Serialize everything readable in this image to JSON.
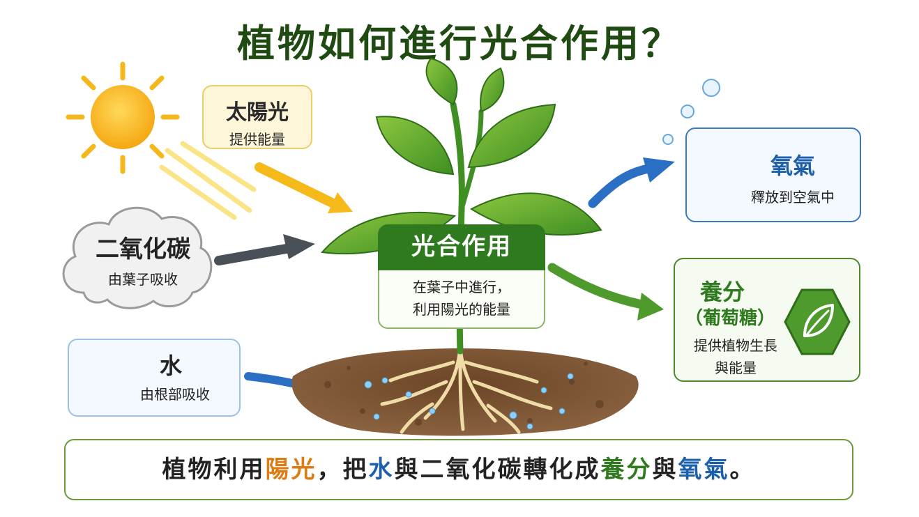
{
  "title": "植物如何進行光合作用？",
  "sunlight": {
    "title": "太陽光",
    "desc": "提供能量"
  },
  "co2": {
    "title": "二氧化碳",
    "desc": "由葉子吸收"
  },
  "water": {
    "title": "水",
    "desc": "由根部吸收"
  },
  "center": {
    "title": "光合作用",
    "line1": "在葉子中進行，",
    "line2": "利用陽光的能量"
  },
  "oxygen": {
    "title": "氧氣",
    "desc": "釋放到空氣中"
  },
  "nutrients": {
    "title": "養分",
    "subtitle": "（葡萄糖）",
    "line1": "提供植物生長",
    "line2": "與能量"
  },
  "summary": {
    "p1": "植物利用",
    "sun": "陽光",
    "p2": "，把",
    "water": "水",
    "p3": "與二氧化碳轉化成",
    "food": "養分",
    "p4": "與",
    "oxy": "氧氣",
    "p5": "。"
  },
  "colors": {
    "title": "#1f4a12",
    "green": "#2f7a1f",
    "blue": "#1d5fa8",
    "orange": "#e07a12",
    "sun": "#f5b81c"
  },
  "icons": [
    "sun-icon",
    "cloud-icon",
    "water-drop-icon",
    "bubble-icon",
    "leaf-icon",
    "plant-icon",
    "roots-icon"
  ]
}
